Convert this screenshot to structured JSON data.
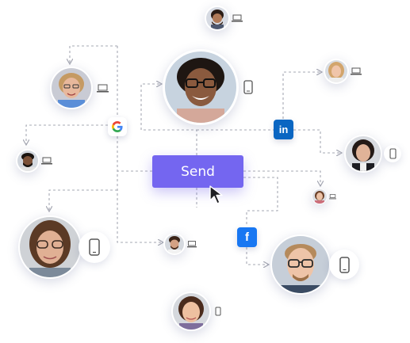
{
  "send_button": {
    "label": "Send",
    "color": "#7466f0"
  },
  "cursor": {
    "icon": "mouse-pointer-icon"
  },
  "channels": [
    {
      "id": "google",
      "icon": "google-icon"
    },
    {
      "id": "linkedin",
      "icon": "linkedin-icon",
      "label": "in",
      "color": "#0a66c2"
    },
    {
      "id": "facebook",
      "icon": "facebook-icon",
      "label": "f",
      "color": "#1877f2"
    }
  ],
  "recipients": [
    {
      "id": "top-center-man",
      "device": "laptop-icon"
    },
    {
      "id": "left-woman-blonde",
      "device": "laptop-icon"
    },
    {
      "id": "center-woman-glasses",
      "device": "phone-icon"
    },
    {
      "id": "right-woman-blonde",
      "device": "laptop-icon"
    },
    {
      "id": "left-man-beard",
      "device": "laptop-icon"
    },
    {
      "id": "right-woman-dark",
      "device": "phone-icon"
    },
    {
      "id": "right-small-woman",
      "device": "laptop-icon"
    },
    {
      "id": "bottom-left-woman-glasses",
      "device": "phone-icon"
    },
    {
      "id": "center-man-small",
      "device": "laptop-icon"
    },
    {
      "id": "bottom-right-man-glasses",
      "device": "phone-icon"
    },
    {
      "id": "bottom-center-woman",
      "device": "phone-icon"
    }
  ],
  "colors": {
    "connector": "#a6a8b3",
    "accent": "#7466f0",
    "google_blue": "#4285f4",
    "google_red": "#ea4335",
    "google_yellow": "#fbbc05",
    "google_green": "#34a853"
  }
}
